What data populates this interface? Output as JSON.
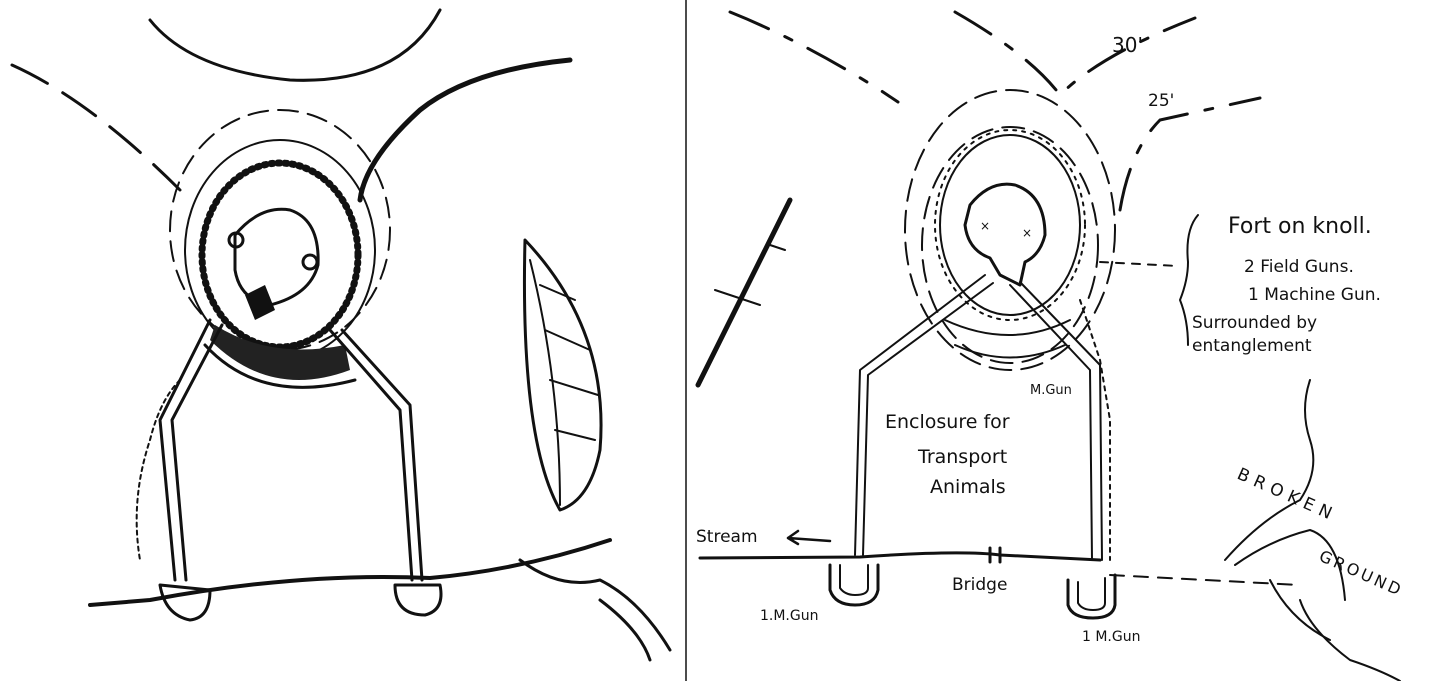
{
  "contours": {
    "upper": "30'",
    "lower": "25'"
  },
  "fort": {
    "title": "Fort on knoll.",
    "armament_1": "2 Field Guns.",
    "armament_2": "1 Machine Gun.",
    "note_1": "Surrounded by",
    "note_2": "entanglement"
  },
  "enclosure": {
    "line_1": "Enclosure for",
    "line_2": "Transport",
    "line_3": "Animals"
  },
  "labels": {
    "m_gun": "M.Gun",
    "stream": "Stream",
    "bridge": "Bridge",
    "left_post": "1.M.Gun",
    "right_post": "1 M.Gun",
    "broken": "BROKEN",
    "ground": "GROUND"
  },
  "colors": {
    "ink": "#111111",
    "paper": "#ffffff"
  }
}
